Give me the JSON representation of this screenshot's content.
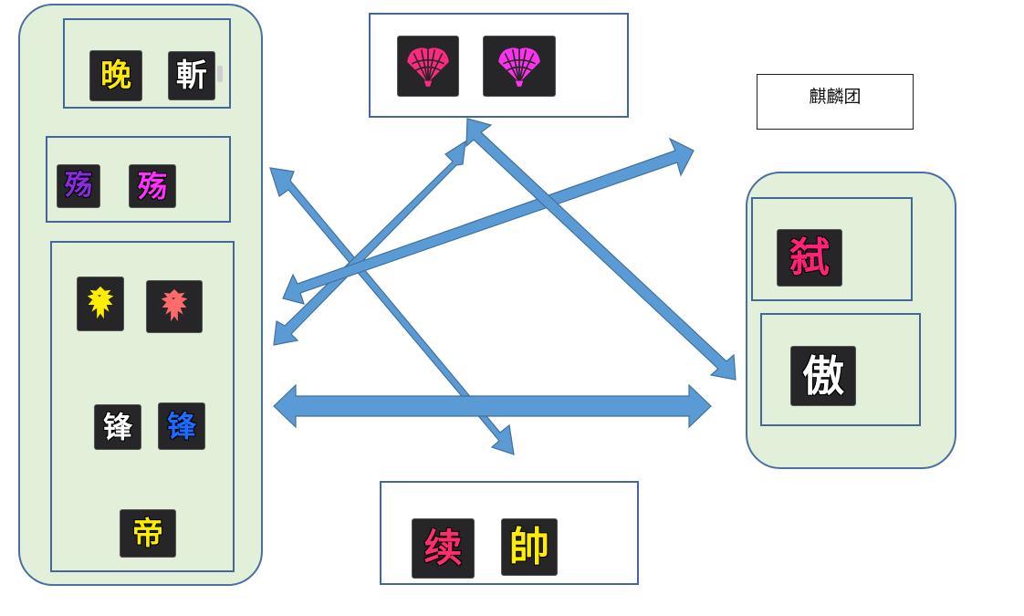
{
  "label_box": {
    "text": "麒麟团"
  },
  "colors": {
    "group_fill": "#e2efd9",
    "border": "#44679a",
    "arrow_fill": "#5b9bd5",
    "arrow_stroke": "#41719c"
  },
  "left_group": {
    "box1": [
      {
        "glyph": "晚",
        "color": "#ffea00"
      },
      {
        "glyph": "斬",
        "color": "#ffffff"
      }
    ],
    "box2": [
      {
        "glyph": "殇",
        "color": "#8a2be2"
      },
      {
        "glyph": "殇",
        "color": "#ff33ff"
      }
    ],
    "box3": {
      "eagles": [
        {
          "icon": "eagle-icon",
          "color": "#ffee00"
        },
        {
          "icon": "eagle-icon",
          "color": "#ff6a6a"
        }
      ],
      "row2": [
        {
          "glyph": "锋",
          "color": "#ffffff"
        },
        {
          "glyph": "锋",
          "color": "#1e6bff"
        }
      ],
      "row3": [
        {
          "glyph": "帝",
          "color": "#ffee00"
        }
      ]
    }
  },
  "top_box": {
    "fans": [
      {
        "icon": "fan-icon",
        "color": "#ff2a7f"
      },
      {
        "icon": "fan-icon",
        "color": "#ff33ee"
      }
    ]
  },
  "right_group": {
    "box1": [
      {
        "glyph": "弑",
        "color": "#ff2277"
      }
    ],
    "box2": [
      {
        "glyph": "傲",
        "color": "#ffffff"
      }
    ]
  },
  "bottom_box": [
    {
      "glyph": "续",
      "color": "#ff2d6f"
    },
    {
      "glyph": "帥",
      "color": "#ffee00"
    }
  ]
}
